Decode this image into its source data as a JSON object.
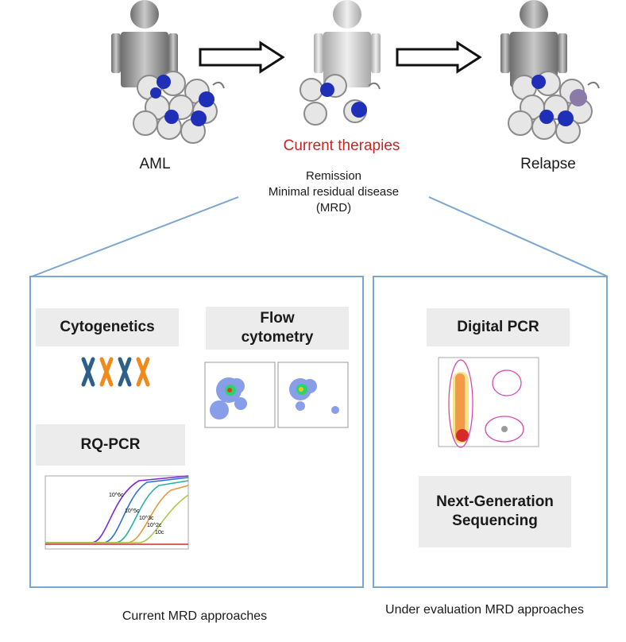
{
  "stages": {
    "aml": "AML",
    "therapy": "Current therapies",
    "remission_lines": [
      "Remission",
      "Minimal residual disease",
      "(MRD)"
    ],
    "relapse": "Relapse"
  },
  "current_panel": {
    "methods": [
      "Cytogenetics",
      "Flow cytometry",
      "RQ-PCR"
    ],
    "caption": "Current MRD approaches",
    "pcr_curve_labels": [
      "10^6c",
      "10^5c",
      "10^3c",
      "10^2c",
      "10c"
    ]
  },
  "evaluation_panel": {
    "methods": [
      "Digital PCR",
      "Next-Generation Sequencing"
    ],
    "caption": "Under evaluation MRD approaches"
  },
  "colors": {
    "accent_red": "#cc2222",
    "panel_border": "#7aa6cf",
    "blast_blue": "#1f2fb8",
    "chromosome_blue": "#2e5f8a",
    "chromosome_orange": "#f08a1c"
  }
}
